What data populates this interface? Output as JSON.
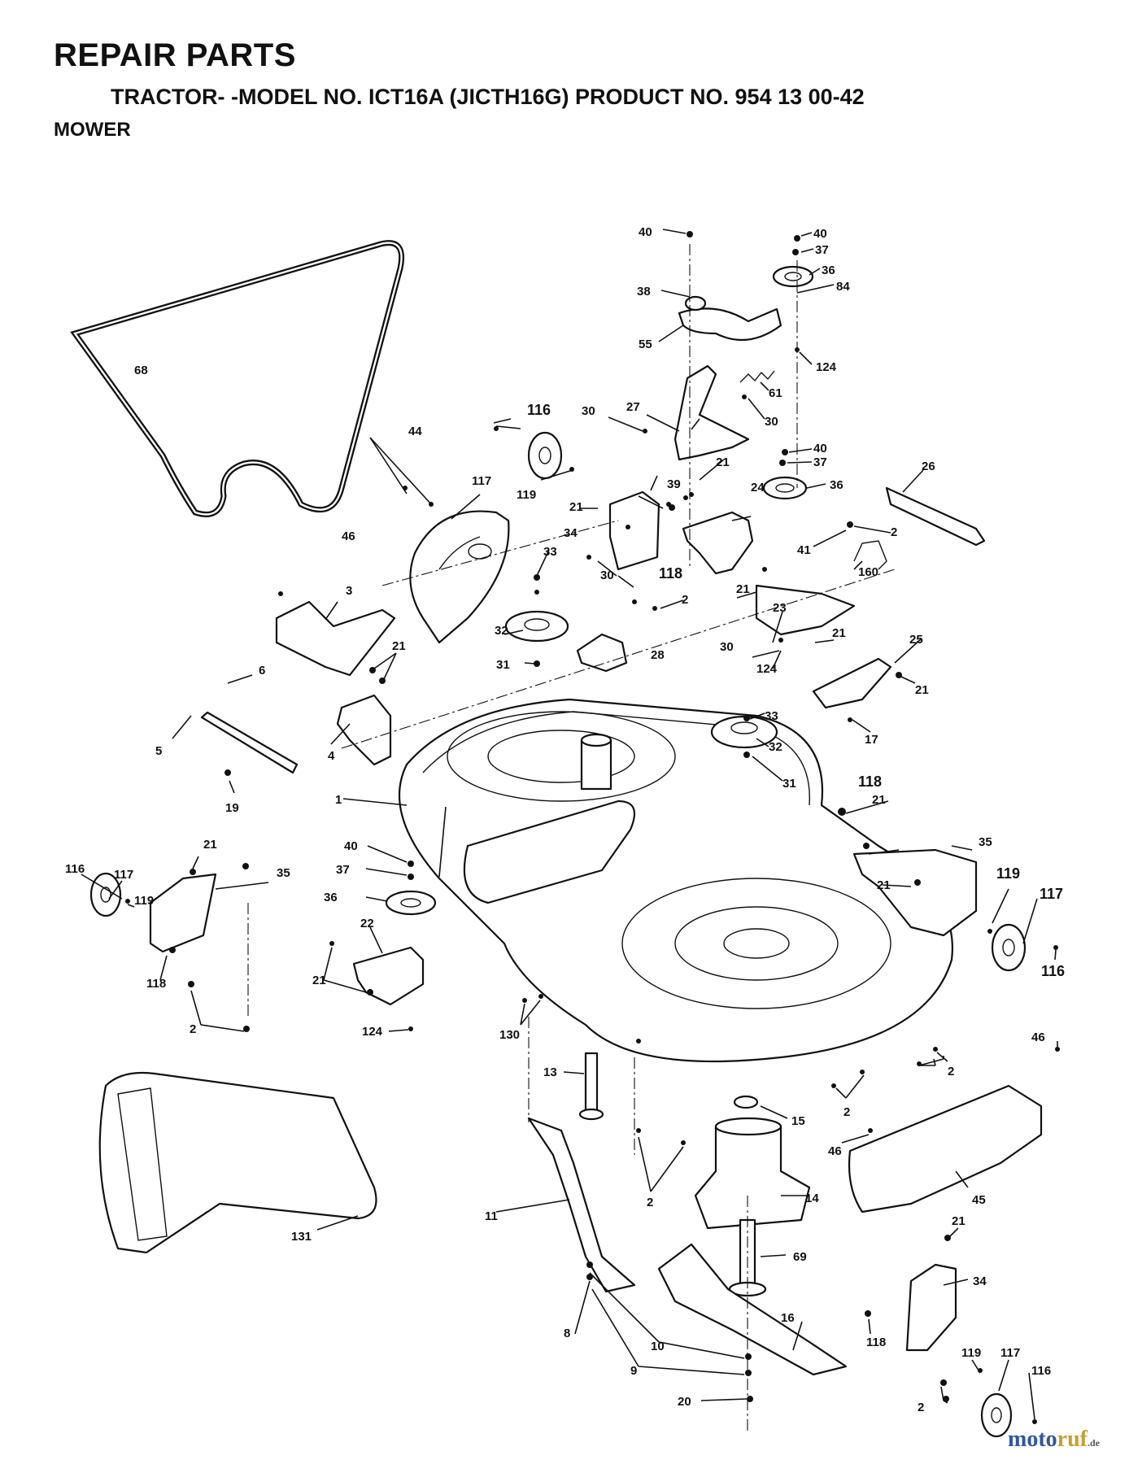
{
  "header": {
    "title": "REPAIR PARTS",
    "subtitle": "TRACTOR- -MODEL NO. ICT16A (JICTH16G) PRODUCT NO. 954 13 00-42",
    "section": "MOWER"
  },
  "callouts": {
    "c1": "1",
    "c2": "2",
    "c3": "3",
    "c4": "4",
    "c5": "5",
    "c6": "6",
    "c8": "8",
    "c9": "9",
    "c10": "10",
    "c11": "11",
    "c13": "13",
    "c14": "14",
    "c15": "15",
    "c16": "16",
    "c17": "17",
    "c19": "19",
    "c20": "20",
    "c21": "21",
    "c22": "22",
    "c23": "23",
    "c24": "24",
    "c25": "25",
    "c26": "26",
    "c27": "27",
    "c28": "28",
    "c30": "30",
    "c31": "31",
    "c32": "32",
    "c33": "33",
    "c34": "34",
    "c35": "35",
    "c36": "36",
    "c37": "37",
    "c38": "38",
    "c39": "39",
    "c40": "40",
    "c41": "41",
    "c44": "44",
    "c45": "45",
    "c46": "46",
    "c55": "55",
    "c61": "61",
    "c68": "68",
    "c69": "69",
    "c84": "84",
    "c116": "116",
    "c117": "117",
    "c118": "118",
    "c119": "119",
    "c124": "124",
    "c130": "130",
    "c131": "131",
    "c160": "160"
  },
  "watermark": {
    "brand_a": "moto",
    "brand_b": "ruf",
    "suffix": ".de"
  }
}
